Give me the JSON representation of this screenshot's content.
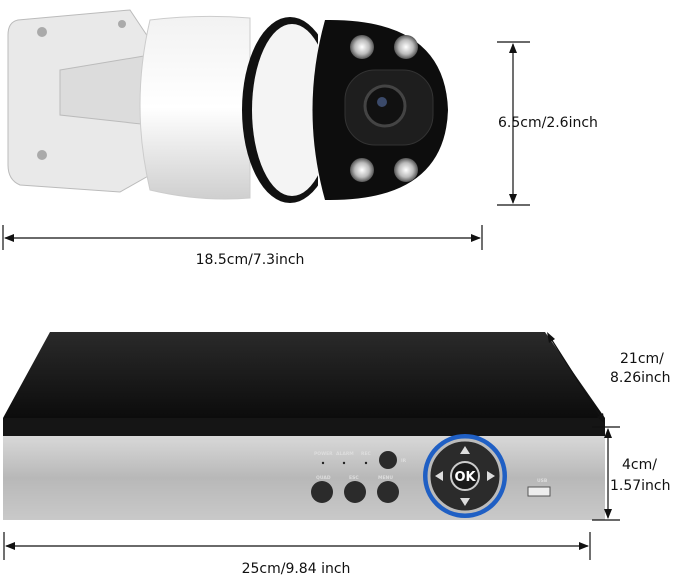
{
  "camera": {
    "height_label": "6.5cm/2.6inch",
    "length_label": "18.5cm/7.3inch"
  },
  "dvr": {
    "depth_label_line1": "21cm/",
    "depth_label_line2": "8.26inch",
    "height_label_line1": "4cm/",
    "height_label_line2": "1.57inch",
    "width_label": "25cm/9.84 inch",
    "panel": {
      "power": "POWER",
      "alarm": "ALARM",
      "rec": "REC",
      "ir": "IR",
      "quad": "QUAD",
      "esc": "ESC",
      "menu": "MENU",
      "ok": "OK",
      "usb": "USB"
    },
    "accent_color": "#1f5fc4"
  }
}
